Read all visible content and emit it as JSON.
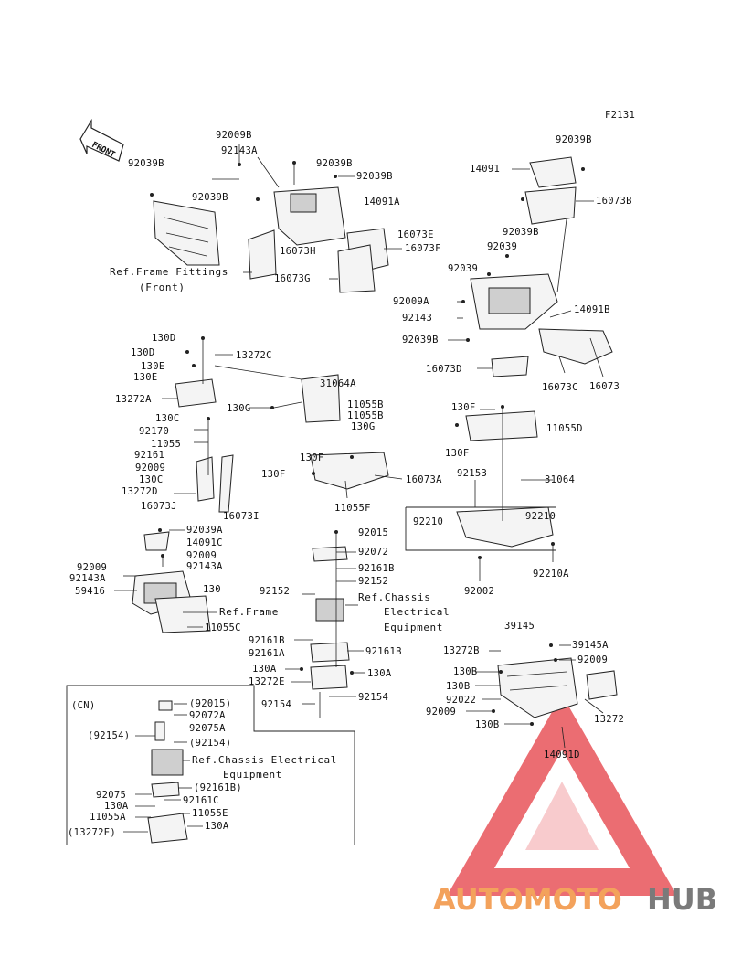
{
  "figure_code": "F2131",
  "front_arrow": "FRONT",
  "labels": {
    "l_92039B_a": "92039B",
    "l_92009B": "92009B",
    "l_92143A_a": "92143A",
    "l_92039B_b": "92039B",
    "l_92039B_c": "92039B",
    "l_92039B_d": "92039B",
    "l_14091A": "14091A",
    "l_16073E": "16073E",
    "l_16073F": "16073F",
    "l_16073H": "16073H",
    "l_16073G": "16073G",
    "ref_frame_front_1": "Ref.Frame Fittings",
    "ref_frame_front_2": "(Front)",
    "l_92039B_e": "92039B",
    "l_14091": "14091",
    "l_16073B": "16073B",
    "l_92039B_f": "92039B",
    "l_92039": "92039",
    "l_92039_b": "92039",
    "l_92009A": "92009A",
    "l_92143": "92143",
    "l_14091B": "14091B",
    "l_92039B_g": "92039B",
    "l_16073D": "16073D",
    "l_16073C": "16073C",
    "l_16073": "16073",
    "l_130D_a": "130D",
    "l_130D_b": "130D",
    "l_13272C": "13272C",
    "l_130E_a": "130E",
    "l_130E_b": "130E",
    "l_13272A": "13272A",
    "l_31064A": "31064A",
    "l_130G_a": "130G",
    "l_11055B_a": "11055B",
    "l_11055B_b": "11055B",
    "l_130G_b": "130G",
    "l_130C_a": "130C",
    "l_92170": "92170",
    "l_11055": "11055",
    "l_92161": "92161",
    "l_92009_a": "92009",
    "l_130C_b": "130C",
    "l_13272D": "13272D",
    "l_16073J": "16073J",
    "l_16073I": "16073I",
    "l_130F_a": "130F",
    "l_130F_b": "130F",
    "l_16073A": "16073A",
    "l_11055F": "11055F",
    "l_130F_c": "130F",
    "l_11055D": "11055D",
    "l_130F_d": "130F",
    "l_92153": "92153",
    "l_31064": "31064",
    "l_92210_a": "92210",
    "l_92210_b": "92210",
    "l_92002": "92002",
    "l_92210A": "92210A",
    "l_92039A": "92039A",
    "l_14091C": "14091C",
    "l_92009_b": "92009",
    "l_92009_c": "92009",
    "l_92143A_b": "92143A",
    "l_92143A_c": "92143A",
    "l_59416": "59416",
    "l_130": "130",
    "ref_frame": "Ref.Frame",
    "l_11055C": "11055C",
    "l_92015": "92015",
    "l_92072": "92072",
    "l_92161B_a": "92161B",
    "l_92152_a": "92152",
    "l_92152_b": "92152",
    "ref_chassis_1": "Ref.Chassis",
    "ref_chassis_2": "Electrical",
    "ref_chassis_3": "Equipment",
    "l_92161B_b": "92161B",
    "l_92161A": "92161A",
    "l_92161B_c": "92161B",
    "l_130A_a": "130A",
    "l_13272E": "13272E",
    "l_130A_b": "130A",
    "l_92154_a": "92154",
    "l_92154_b": "92154",
    "l_39145": "39145",
    "l_13272B": "13272B",
    "l_39145A": "39145A",
    "l_92009_d": "92009",
    "l_130B_a": "130B",
    "l_130B_b": "130B",
    "l_92022": "92022",
    "l_92009_e": "92009",
    "l_13272": "13272",
    "l_130B_c": "130B",
    "l_14091D": "14091D",
    "cn_title": "(CN)",
    "cn_92015": "(92015)",
    "cn_92072A": "92072A",
    "cn_92075A": "92075A",
    "cn_92154_a": "(92154)",
    "cn_92154_b": "(92154)",
    "cn_ref_1": "Ref.Chassis Electrical",
    "cn_ref_2": "Equipment",
    "cn_92161B": "(92161B)",
    "cn_92075": "92075",
    "cn_92161C": "92161C",
    "cn_130A_a": "130A",
    "cn_11055A": "11055A",
    "cn_11055E": "11055E",
    "cn_13272E": "(13272E)",
    "cn_130A_b": "130A"
  },
  "watermark": {
    "part_a": "AUTOMOTO",
    "part_b": "HUB",
    "color_a": "#f3a25c",
    "color_b": "#7a7a7a",
    "logo_color": "#e8545a"
  }
}
